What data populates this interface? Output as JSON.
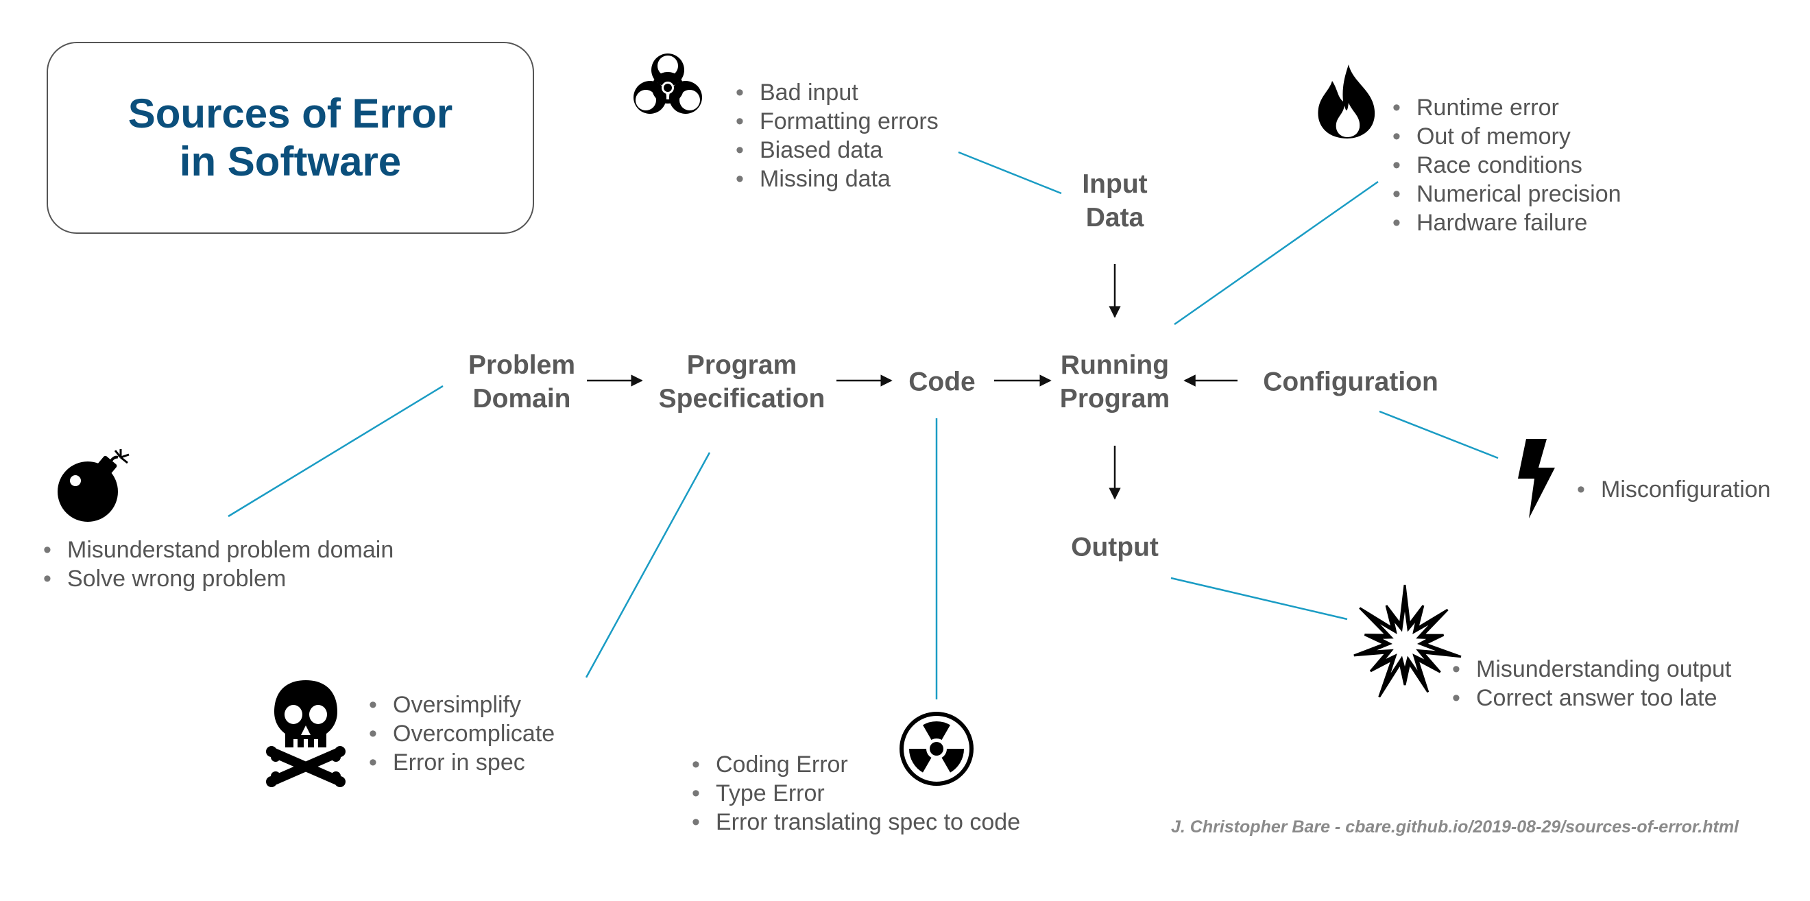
{
  "title": {
    "line1": "Sources of Error",
    "line2": "in Software"
  },
  "nodes": {
    "input_data": {
      "line1": "Input",
      "line2": "Data"
    },
    "problem_domain": {
      "line1": "Problem",
      "line2": "Domain"
    },
    "program_specification": {
      "line1": "Program",
      "line2": "Specification"
    },
    "code": {
      "line1": "Code"
    },
    "running_program": {
      "line1": "Running",
      "line2": "Program"
    },
    "configuration": {
      "line1": "Configuration"
    },
    "output": {
      "line1": "Output"
    }
  },
  "error_groups": {
    "input_data": {
      "icon": "biohazard-icon",
      "items": [
        "Bad input",
        "Formatting errors",
        "Biased data",
        "Missing data"
      ]
    },
    "running_program": {
      "icon": "fire-icon",
      "items": [
        "Runtime error",
        "Out of memory",
        "Race conditions",
        "Numerical precision",
        "Hardware failure"
      ]
    },
    "problem_domain": {
      "icon": "bomb-icon",
      "items": [
        "Misunderstand problem domain",
        "Solve wrong problem"
      ]
    },
    "program_specification": {
      "icon": "skull-crossbones-icon",
      "items": [
        "Oversimplify",
        "Overcomplicate",
        "Error in spec"
      ]
    },
    "code": {
      "icon": "radiation-icon",
      "items": [
        "Coding Error",
        "Type Error",
        "Error translating spec to code"
      ]
    },
    "configuration": {
      "icon": "lightning-icon",
      "items": [
        "Misconfiguration"
      ]
    },
    "output": {
      "icon": "explosion-icon",
      "items": [
        "Misunderstanding output",
        "Correct answer too late"
      ]
    }
  },
  "credit": "J. Christopher Bare - cbare.github.io/2019-08-29/sources-of-error.html",
  "colors": {
    "title": "#0b4f7c",
    "node_text": "#5a5a5a",
    "connector": "#1a9cc4",
    "arrow": "#111111",
    "icon": "#000000"
  }
}
